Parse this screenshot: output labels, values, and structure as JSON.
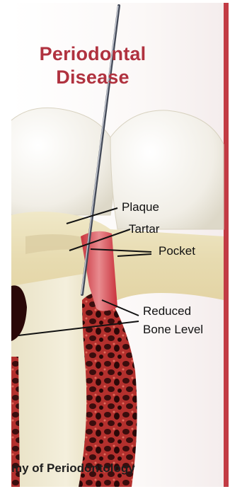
{
  "title": {
    "line1": "Periodontal",
    "line2": "Disease"
  },
  "labels": {
    "plaque": "Plaque",
    "tartar": "Tartar",
    "pocket": "Pocket",
    "reduced_bone_line1": "Reduced",
    "reduced_bone_line2": "Bone Level"
  },
  "footer": {
    "text": "my of Periodontology"
  },
  "colors": {
    "title_red": "#b0323f",
    "gum_pink": "#d98b7e",
    "pocket_red": "#c23b44",
    "bone_dark": "#3a0d0d",
    "bone_red": "#b02a2a",
    "tooth": "#f3f0e4",
    "root": "#e7dcb8"
  }
}
